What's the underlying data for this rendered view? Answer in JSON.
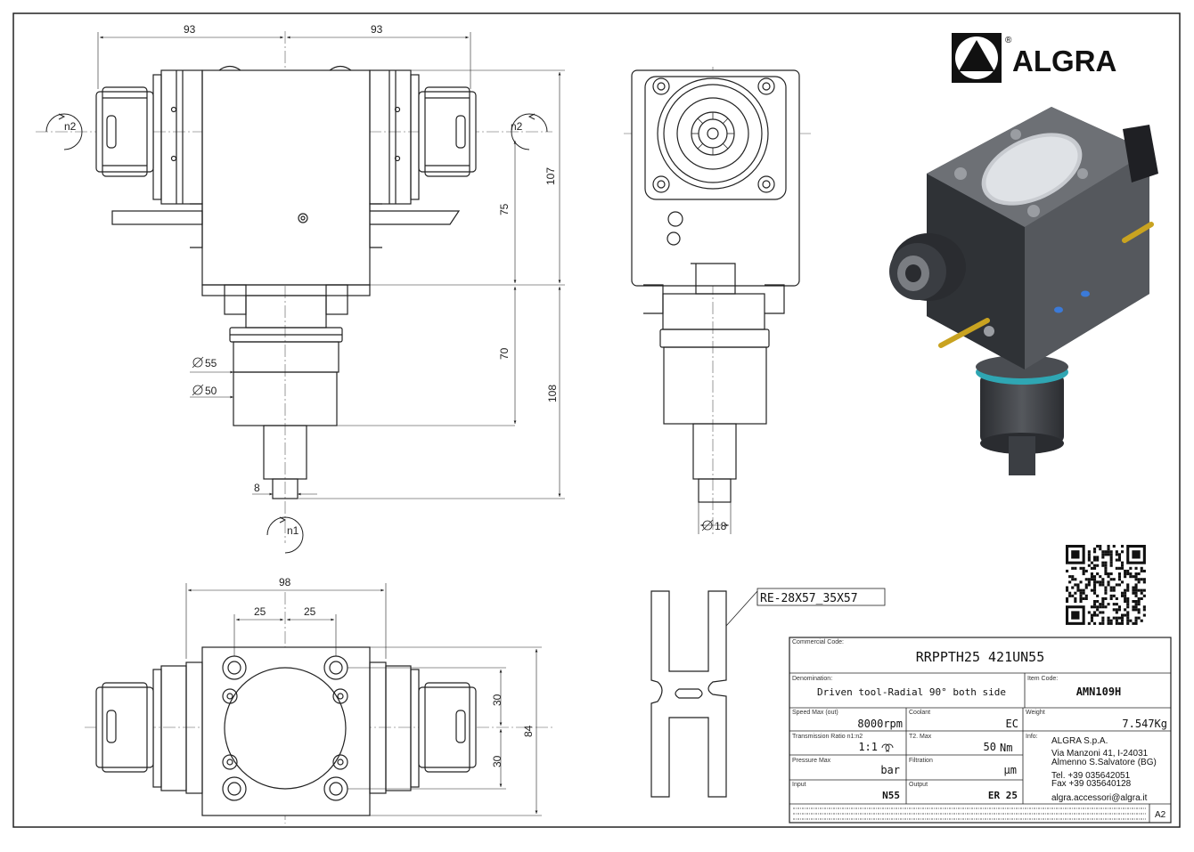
{
  "brand": {
    "name": "ALGRA",
    "registered": "®"
  },
  "dims": {
    "front_left": "93",
    "front_right": "93",
    "h107": "107",
    "h75": "75",
    "h70": "70",
    "h108": "108",
    "d55": "55",
    "d50": "50",
    "s8": "8",
    "d18": "18",
    "w98": "98",
    "w25a": "25",
    "w25b": "25",
    "h30a": "30",
    "h30b": "30",
    "h84": "84"
  },
  "labels": {
    "n1": "n1",
    "n2_left": "n2",
    "n2_right": "n2",
    "detail_ref": "RE-28X57_35X57"
  },
  "title_block": {
    "commercial_code_label": "Commercial Code:",
    "commercial_code": "RRPPTH25 421UN55",
    "denomination_label": "Denomination:",
    "denomination": "Driven tool-Radial 90° both side",
    "item_code_label": "Item Code:",
    "item_code": "AMN109H",
    "speed_label": "Speed Max (out)",
    "speed": "8000rpm",
    "coolant_label": "Coolant",
    "coolant": "EC",
    "weight_label": "Weight",
    "weight": "7.547Kg",
    "ratio_label": "Transmission Ratio n1:n2",
    "ratio": "1:1",
    "torque_label": "T2. Max",
    "torque": "50",
    "torque_unit": "Nm",
    "info_label": "Info:",
    "company": "ALGRA S.p.A.",
    "address1": "Via Manzoni 41, I-24031",
    "address2": "Almenno S.Salvatore (BG)",
    "tel": "Tel. +39 035642051",
    "fax": "Fax +39 035640128",
    "email": "algra.accessori@algra.it",
    "pressure_label": "Pressure Max",
    "pressure": "bar",
    "filtration_label": "Filtration",
    "filtration": "µm",
    "input_label": "Input",
    "input": "N55",
    "output_label": "Output",
    "output": "ER 25",
    "sheet_size": "A2"
  }
}
